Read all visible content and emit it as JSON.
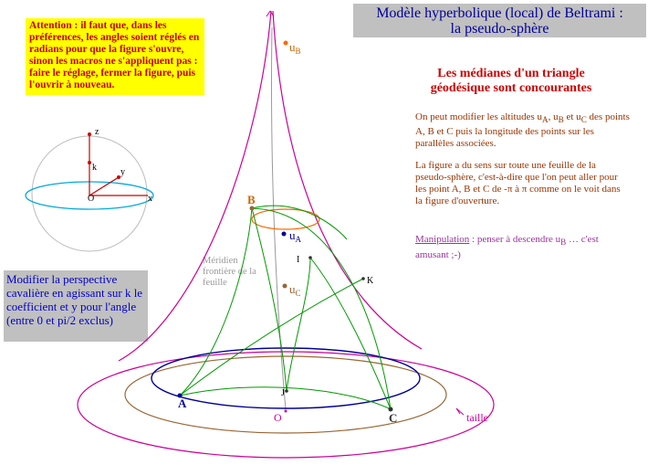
{
  "warning_text": "Attention : il faut que, dans les préférences, les angles soient réglés en radians pour que la figure s'ouvre, sinon les macros ne s'appliquent pas : faire le réglage, fermer la figure, puis l'ouvrir à nouveau.",
  "title_line1": "Modèle hyperbolique (local) de Beltrami :",
  "title_line2": "la pseudo-sphère",
  "subtitle_line1": "Les médianes d'un triangle",
  "subtitle_line2": "géodésique sont concourantes",
  "desc1_part1": "On peut modifier les altitudes u",
  "desc1_part2": ", u",
  "desc1_part3": " et u",
  "desc1_part4": " des points A, B et C puis la longitude des points sur les parallèles associées.",
  "desc2": "La figure a du sens sur toute une feuille de la pseudo-sphère, c'est-à-dire que l'on peut aller pour les point A, B et C de -π à π comme on le voit dans la figure d'ouverture.",
  "manip_label": "Manipulation",
  "manip_text_part1": " : penser à descendre u",
  "manip_text_part2": " … c'est amusant ;-)",
  "perspective_text": "Modifier la perspective cavalière en agissant sur k le coefficient et y pour l'angle (entre 0 et pi/2 exclus)",
  "meridian_text": "Méridien frontière de la feuille",
  "axes": {
    "z": "z",
    "k": "k",
    "y": "y",
    "o": "O",
    "x": "x"
  },
  "points": {
    "A": "A",
    "B": "B",
    "C": "C",
    "I": "I",
    "J": "J",
    "K": "K",
    "O": "O"
  },
  "sub": {
    "A": "A",
    "B": "B",
    "C": "C"
  },
  "u_labels": {
    "u": "u"
  },
  "taille": "taille",
  "colors": {
    "warning_bg": "#ffff00",
    "panel_bg": "#c0c0c0",
    "magenta": "#cc0099",
    "blue": "#000099",
    "green": "#009900",
    "brown": "#996633",
    "orange": "#ff6600"
  }
}
